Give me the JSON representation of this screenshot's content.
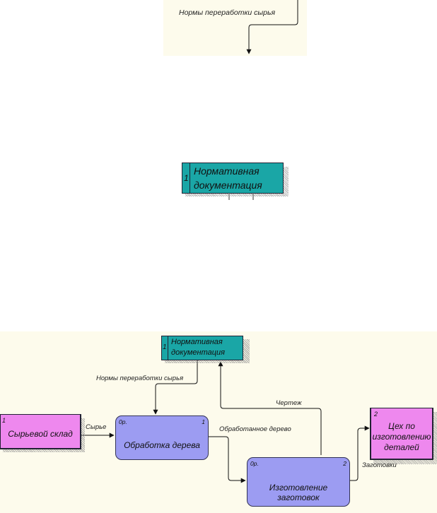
{
  "top_fragment": {
    "arrow_label": "Нормы переработки сырья"
  },
  "middle_block": {
    "number": "1",
    "title_line1": "Нормативная",
    "title_line2": "документация"
  },
  "diagram": {
    "external_entities": {
      "norm_docs": {
        "number": "1",
        "line1": "Нормативная",
        "line2": "документация"
      },
      "raw_storage": {
        "number": "1",
        "name": "Сырьевой склад"
      },
      "parts_shop": {
        "number": "2",
        "line1": "Цех по",
        "line2": "изготовлению",
        "line3": "деталей"
      }
    },
    "activities": {
      "wood_processing": {
        "code": "0р.",
        "number": "1",
        "name": "Обработка дерева"
      },
      "blank_making": {
        "code": "0р.",
        "number": "2",
        "name": "Изготовление заготовок"
      }
    },
    "arrow_labels": {
      "norms": "Нормы переработки сырья",
      "drawing": "Чертеж",
      "raw": "Сырье",
      "processed": "Обработанное дерево",
      "blanks": "Заготовки"
    }
  }
}
